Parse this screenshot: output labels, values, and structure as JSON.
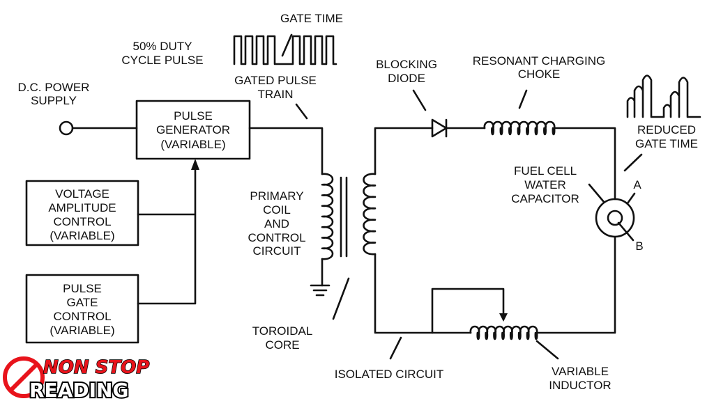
{
  "labels": {
    "dc_power_supply": [
      "D.C. POWER",
      "SUPPLY"
    ],
    "duty_cycle": [
      "50% DUTY",
      "CYCLE PULSE"
    ],
    "gate_time": "GATE TIME",
    "gated_pulse_train": [
      "GATED PULSE",
      "TRAIN"
    ],
    "pulse_generator": [
      "PULSE",
      "GENERATOR",
      "(VARIABLE)"
    ],
    "voltage_amplitude_control": [
      "VOLTAGE",
      "AMPLITUDE",
      "CONTROL",
      "(VARIABLE)"
    ],
    "pulse_gate_control": [
      "PULSE",
      "GATE",
      "CONTROL",
      "(VARIABLE)"
    ],
    "primary_coil": [
      "PRIMARY",
      "COIL",
      "AND",
      "CONTROL",
      "CIRCUIT"
    ],
    "toroidal_core": [
      "TOROIDAL",
      "CORE"
    ],
    "blocking_diode": [
      "BLOCKING",
      "DIODE"
    ],
    "resonant_choke": [
      "RESONANT CHARGING",
      "CHOKE"
    ],
    "reduced_gate_time": [
      "REDUCED",
      "GATE TIME"
    ],
    "fuel_cell": [
      "FUEL CELL",
      "WATER",
      "CAPACITOR"
    ],
    "terminal_a": "A",
    "terminal_b": "B",
    "isolated_circuit": "ISOLATED CIRCUIT",
    "variable_inductor": [
      "VARIABLE",
      "INDUCTOR"
    ]
  },
  "logo": {
    "line1": "NON STOP",
    "line2": "READING",
    "colors": {
      "red": "#e8131b"
    }
  }
}
